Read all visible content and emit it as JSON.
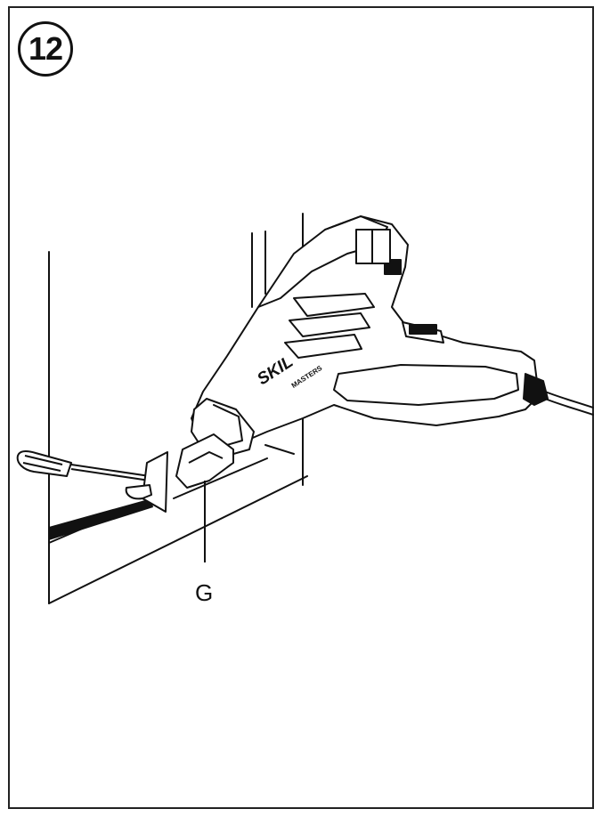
{
  "figure": {
    "step_number": "12",
    "callout": "G",
    "logo_brand": "SKIL",
    "logo_sub": "MASTERS"
  },
  "icons": [
    "numbered-circle-icon"
  ],
  "colors": {
    "ink": "#111111",
    "paper": "#ffffff"
  }
}
